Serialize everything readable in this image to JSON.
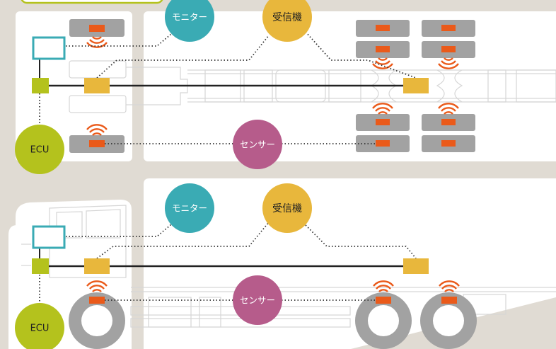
{
  "top_diagram": {
    "monitor_label": "モニター",
    "receiver_label": "受信機",
    "sensor_label": "センサー",
    "ecu_label": "ECU"
  },
  "bottom_diagram": {
    "monitor_label": "モニター",
    "receiver_label": "受信機",
    "sensor_label": "センサー",
    "ecu_label": "ECU"
  },
  "colors": {
    "background": "#e0dbd3",
    "monitor": "#3aabb4",
    "receiver": "#e8b73c",
    "sensor": "#b65c8b",
    "ecu": "#b4c21d",
    "sensor_block": "#ea5a1a",
    "wireless_waves": "#ea5a1a",
    "tire": "#a2a2a2",
    "wiring": "#222222"
  }
}
